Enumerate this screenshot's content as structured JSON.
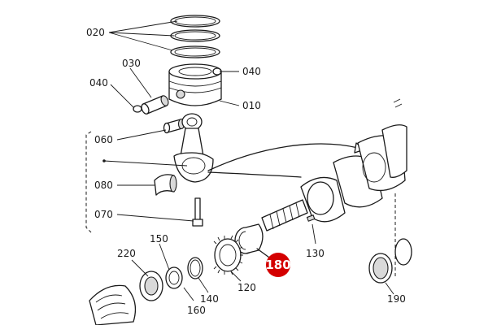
{
  "labels": {
    "p020": "020",
    "p030": "030",
    "p040a": "040",
    "p040b": "040",
    "p010": "010",
    "p060": "060",
    "p080": "080",
    "p070": "070",
    "p130": "130",
    "p220": "220",
    "p150": "150",
    "p120": "120",
    "p140": "140",
    "p160": "160",
    "p190": "190"
  },
  "highlight": {
    "label": "180",
    "color": "#d40000"
  }
}
